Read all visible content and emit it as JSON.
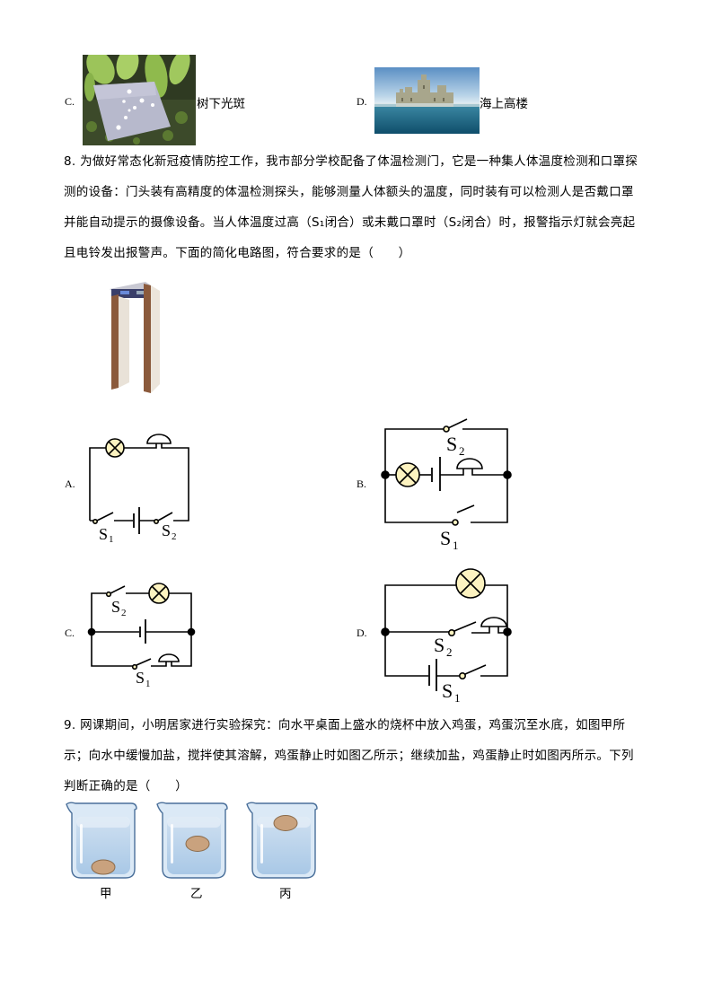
{
  "q7_options": {
    "c": {
      "label": "C.",
      "caption": "树下光斑",
      "image": "leaf-shadow-light-spots-photo"
    },
    "d": {
      "label": "D.",
      "caption": "海上高楼",
      "image": "sea-mirage-castle-photo"
    }
  },
  "q8": {
    "lines": [
      "8. 为做好常态化新冠疫情防控工作，我市部分学校配备了体温检测门，它是一种集人体温度检测和口罩探",
      "测的设备：门头装有高精度的体温检测探头，能够测量人体额头的温度，同时装有可以检测人是否戴口罩",
      "并能自动提示的摄像设备。当人体温度过高（S₁闭合）或未戴口罩时（S₂闭合）时，报警指示灯就会亮起",
      "且电铃发出报警声。下面的简化电路图，符合要求的是（　　）"
    ],
    "image": "temperature-detection-door-photo",
    "options": [
      {
        "label": "A.",
        "s1": "S",
        "s1_sub": "1",
        "s2": "S",
        "s2_sub": "2"
      },
      {
        "label": "B.",
        "s1": "S",
        "s1_sub": "1",
        "s2": "S",
        "s2_sub": "2"
      },
      {
        "label": "C.",
        "s1": "S",
        "s1_sub": "1",
        "s2": "S",
        "s2_sub": "2"
      },
      {
        "label": "D.",
        "s1": "S",
        "s1_sub": "1",
        "s2": "S",
        "s2_sub": "2"
      }
    ]
  },
  "q9": {
    "lines": [
      "9. 网课期间，小明居家进行实验探究：向水平桌面上盛水的烧杯中放入鸡蛋，鸡蛋沉至水底，如图甲所",
      "示；向水中缓慢加盐，搅拌使其溶解，鸡蛋静止时如图乙所示；继续加盐，鸡蛋静止时如图丙所示。下列",
      "判断正确的是（　　）"
    ],
    "beakers": [
      {
        "label": "甲",
        "egg_position": "bottom"
      },
      {
        "label": "乙",
        "egg_position": "middle"
      },
      {
        "label": "丙",
        "egg_position": "top"
      }
    ]
  },
  "colors": {
    "lamp_fill": "#fdf3c0",
    "beaker_water": "#b8d4ec",
    "beaker_glass": "#dbe9f6",
    "beaker_edge": "#4a6f9a",
    "egg": "#c9a27e"
  }
}
